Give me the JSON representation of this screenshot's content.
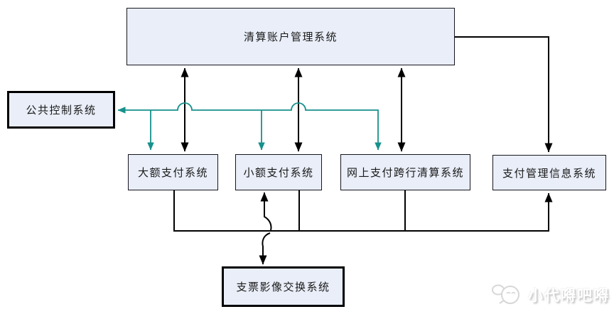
{
  "diagram": {
    "nodes": {
      "clearing_account": {
        "label": "清算账户管理系统"
      },
      "public_control": {
        "label": "公共控制系统"
      },
      "hvps": {
        "label": "大额支付系统"
      },
      "beps": {
        "label": "小额支付系统"
      },
      "ibps": {
        "label": "网上支付跨行清算系统"
      },
      "pmis": {
        "label": "支付管理信息系统"
      },
      "cis": {
        "label": "支票影像交换系统"
      }
    },
    "edges": [
      {
        "id": "clearing-hvps",
        "from": "清算账户管理系统",
        "to": "大额支付系统",
        "style": "double-arrow",
        "color": "#000000"
      },
      {
        "id": "clearing-beps",
        "from": "清算账户管理系统",
        "to": "小额支付系统",
        "style": "double-arrow",
        "color": "#000000"
      },
      {
        "id": "clearing-ibps",
        "from": "清算账户管理系统",
        "to": "网上支付跨行清算系统",
        "style": "double-arrow",
        "color": "#000000"
      },
      {
        "id": "clearing-pmis",
        "from": "清算账户管理系统",
        "to": "支付管理信息系统",
        "style": "arrow-down",
        "color": "#000000"
      },
      {
        "id": "hvps-bus",
        "from": "大额支付系统",
        "to": "bottom-bus",
        "style": "line",
        "color": "#000000"
      },
      {
        "id": "beps-bus",
        "from": "小额支付系统",
        "to": "bottom-bus",
        "style": "line",
        "color": "#000000"
      },
      {
        "id": "ibps-bus",
        "from": "网上支付跨行清算系统",
        "to": "bottom-bus",
        "style": "line",
        "color": "#000000"
      },
      {
        "id": "bus-pmis",
        "from": "bottom-bus",
        "to": "支付管理信息系统",
        "style": "arrow-up",
        "color": "#000000"
      },
      {
        "id": "beps-cis",
        "from": "小额支付系统",
        "to": "支票影像交换系统",
        "style": "double-arrow-with-break",
        "color": "#000000"
      },
      {
        "id": "public-control-link",
        "nodes": [
          "公共控制系统",
          "大额支付系统",
          "小额支付系统",
          "网上支付跨行清算系统"
        ],
        "style": "multi-drop-arrows-with-hops",
        "color": "#17918b"
      }
    ],
    "colors": {
      "box_fill": "#e9eef8",
      "box_border": "#16161f",
      "thick_border": "#000000",
      "arrow_black": "#000000",
      "arrow_teal": "#17918b"
    }
  },
  "watermark": {
    "text": "小代嘚吧嘚"
  }
}
